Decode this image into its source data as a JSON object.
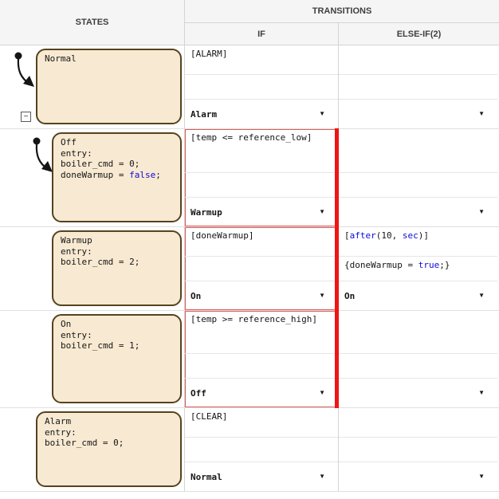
{
  "header": {
    "states": "STATES",
    "transitions": "TRANSITIONS",
    "if_label": "IF",
    "elseif_label": "ELSE-IF(2)"
  },
  "icons": {
    "caret": "▼",
    "collapse_minus": "−",
    "default_transition": "default-transition-arrow"
  },
  "colors": {
    "header_bg": "#f5f5f5",
    "state_fill": "#f8e9d2",
    "state_border": "#55431e",
    "keyword": "#0b0bd9",
    "selection_outline": "#e05c5c",
    "selection_bar": "#f01414"
  },
  "rows": [
    {
      "name": "Normal",
      "state": {
        "indent": "outer",
        "default_transition": true,
        "collapse_button": true,
        "lines": [
          [
            {
              "t": "Normal"
            }
          ]
        ]
      },
      "if_cell": {
        "selected": false,
        "condition": [
          {
            "t": "[ALARM]"
          }
        ],
        "action": [],
        "destination": "Alarm"
      },
      "elseif_cell": {
        "condition": [],
        "action": [],
        "destination": ""
      }
    },
    {
      "name": "Off",
      "state": {
        "indent": "inner",
        "default_transition": true,
        "collapse_button": false,
        "lines": [
          [
            {
              "t": "Off"
            }
          ],
          [
            {
              "t": "entry:"
            }
          ],
          [
            {
              "t": "boiler_cmd = 0;"
            }
          ],
          [
            {
              "t": "doneWarmup = "
            },
            {
              "t": "false",
              "k": true
            },
            {
              "t": ";"
            }
          ]
        ]
      },
      "if_cell": {
        "selected": true,
        "condition": [
          {
            "t": "[temp <= reference_low]"
          }
        ],
        "action": [],
        "destination": "Warmup"
      },
      "elseif_cell": {
        "condition": [],
        "action": [],
        "destination": ""
      }
    },
    {
      "name": "Warmup",
      "state": {
        "indent": "inner",
        "default_transition": false,
        "collapse_button": false,
        "lines": [
          [
            {
              "t": "Warmup"
            }
          ],
          [
            {
              "t": "entry:"
            }
          ],
          [
            {
              "t": "boiler_cmd = 2;"
            }
          ]
        ]
      },
      "if_cell": {
        "selected": true,
        "condition": [
          {
            "t": "[doneWarmup]"
          }
        ],
        "action": [],
        "destination": "On"
      },
      "elseif_cell": {
        "condition": [
          {
            "t": "["
          },
          {
            "t": "after",
            "k": true
          },
          {
            "t": "(10, "
          },
          {
            "t": "sec",
            "k": true
          },
          {
            "t": ")]"
          }
        ],
        "action": [
          {
            "t": "{doneWarmup = "
          },
          {
            "t": "true",
            "k": true
          },
          {
            "t": ";}"
          }
        ],
        "destination": "On"
      }
    },
    {
      "name": "On",
      "state": {
        "indent": "inner",
        "default_transition": false,
        "collapse_button": false,
        "lines": [
          [
            {
              "t": "On"
            }
          ],
          [
            {
              "t": "entry:"
            }
          ],
          [
            {
              "t": "boiler_cmd = 1;"
            }
          ]
        ]
      },
      "if_cell": {
        "selected": true,
        "condition": [
          {
            "t": "[temp >= reference_high]"
          }
        ],
        "action": [],
        "destination": "Off"
      },
      "elseif_cell": {
        "condition": [],
        "action": [],
        "destination": ""
      }
    },
    {
      "name": "Alarm",
      "state": {
        "indent": "outer",
        "default_transition": false,
        "collapse_button": false,
        "lines": [
          [
            {
              "t": "Alarm"
            }
          ],
          [
            {
              "t": "entry:"
            }
          ],
          [
            {
              "t": "boiler_cmd = 0;"
            }
          ]
        ]
      },
      "if_cell": {
        "selected": false,
        "condition": [
          {
            "t": "[CLEAR]"
          }
        ],
        "action": [],
        "destination": "Normal"
      },
      "elseif_cell": {
        "condition": [],
        "action": [],
        "destination": ""
      }
    }
  ]
}
